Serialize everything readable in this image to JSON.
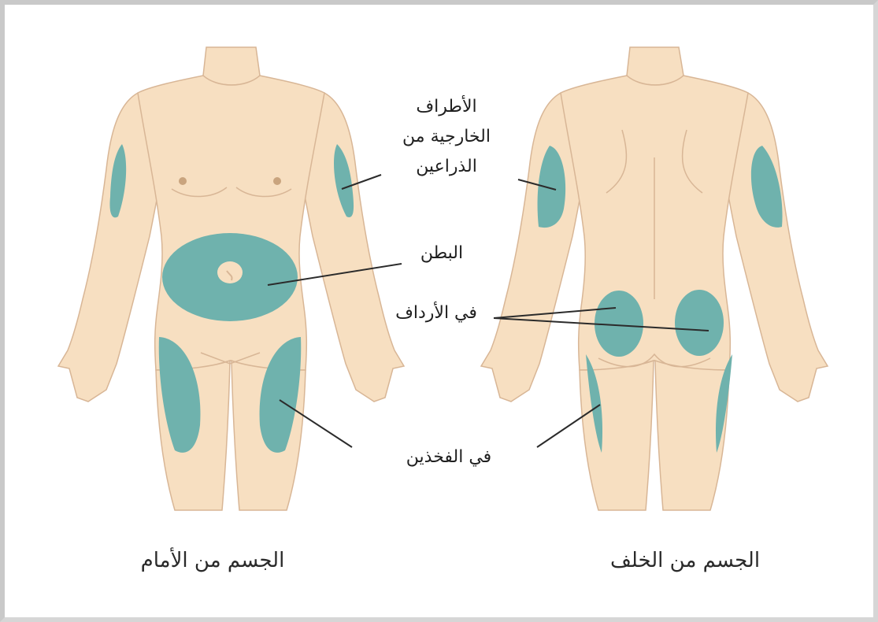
{
  "labels": {
    "outer_arms": "الأطراف\nالخارجية من\nالذراعين",
    "abdomen": "البطن",
    "buttocks": "في الأرداف",
    "thighs": "في الفخذين"
  },
  "captions": {
    "front": "الجسم من الأمام",
    "back": "الجسم من الخلف"
  },
  "colors": {
    "skin": "#f7dfc1",
    "skin_outline": "#d8b696",
    "zone": "#6fb2ad",
    "leader": "#2b2b2b"
  }
}
